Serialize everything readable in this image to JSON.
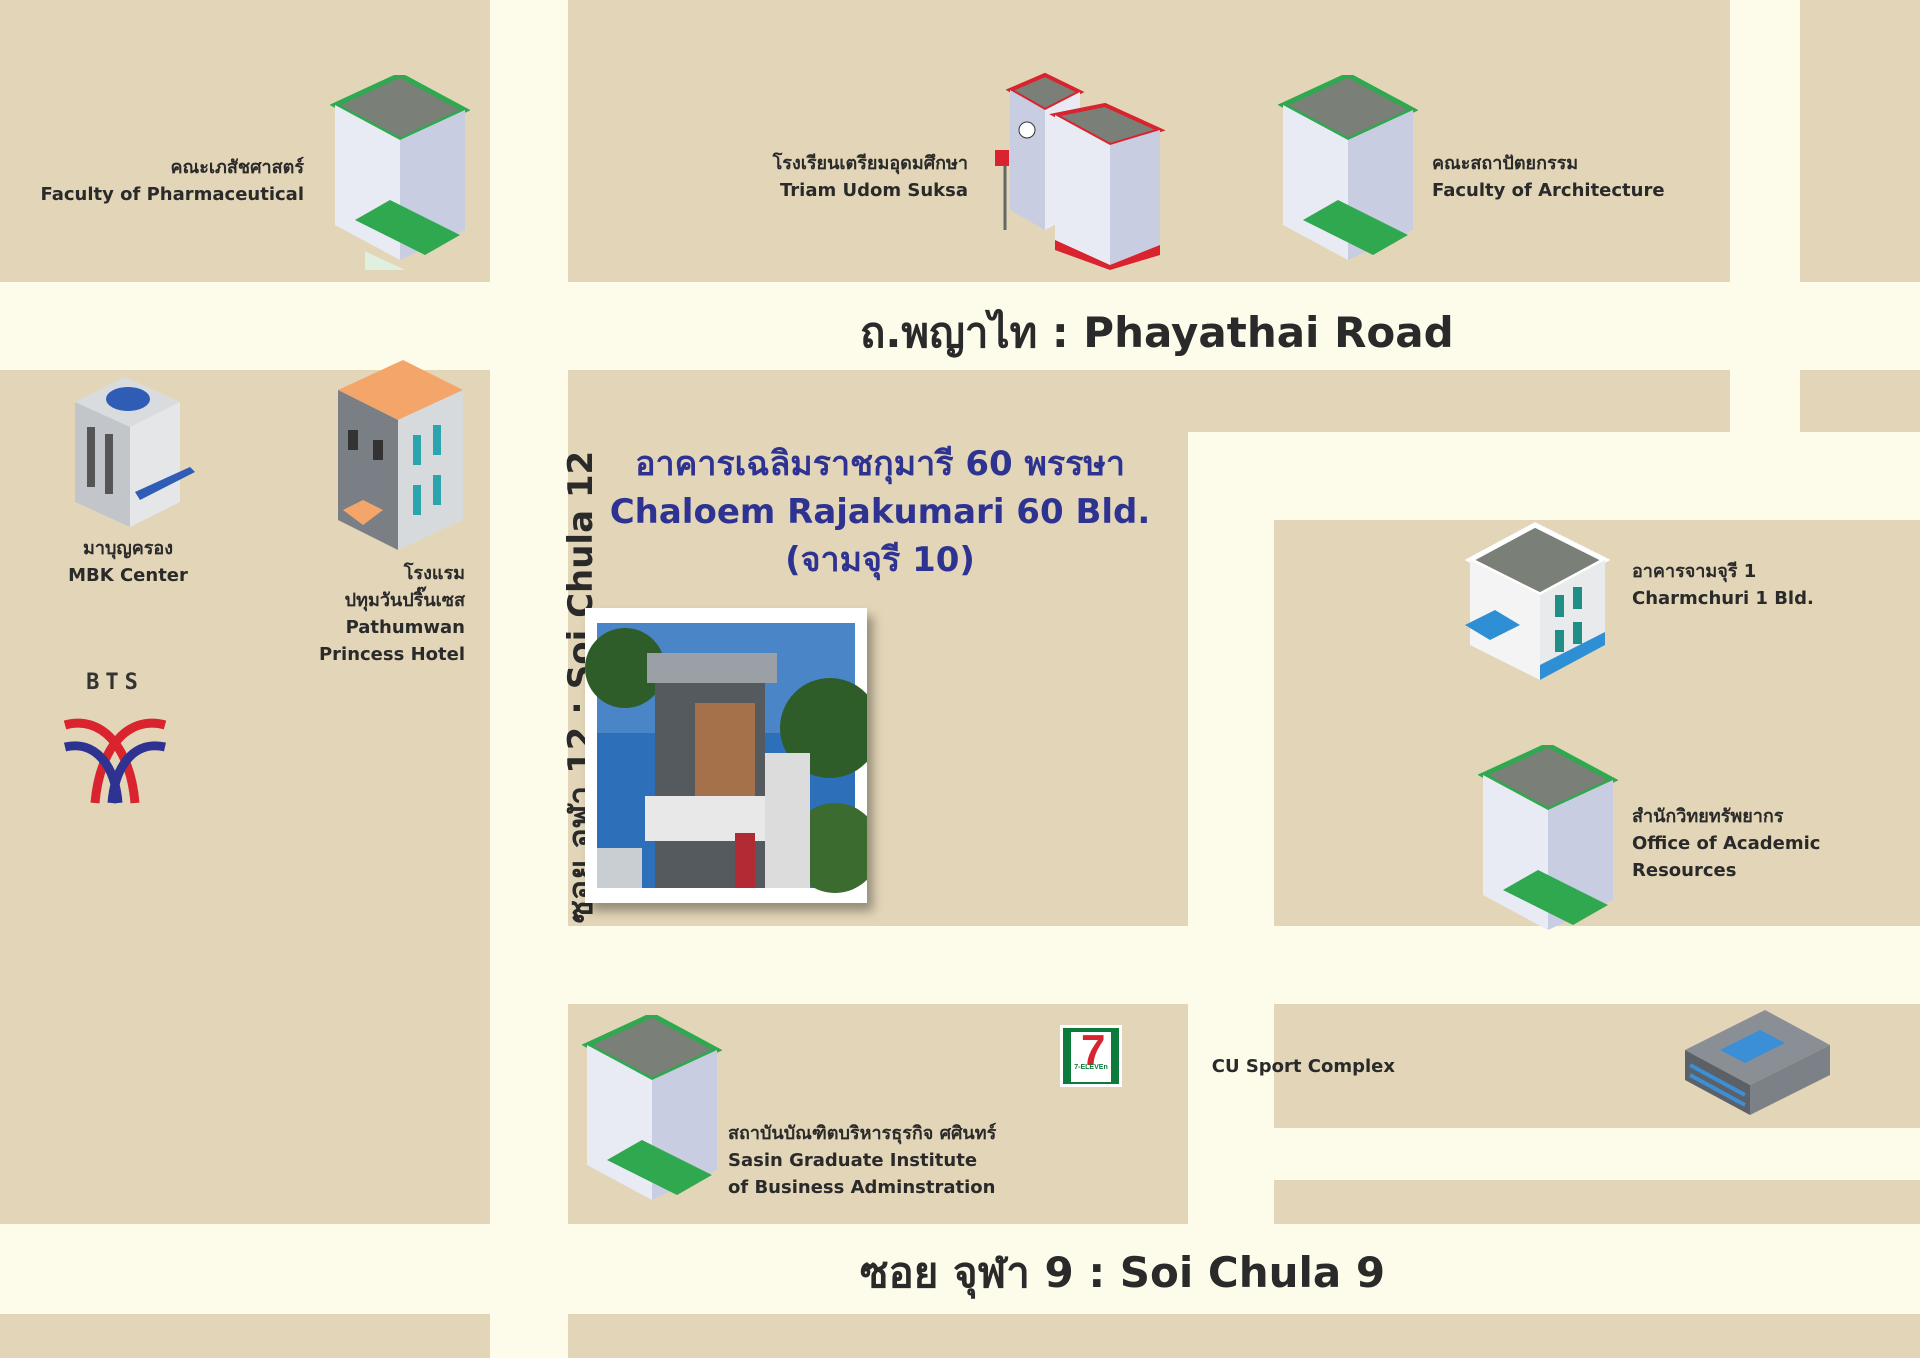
{
  "roads": {
    "phayathai": "ถ.พญาไท : Phayathai Road",
    "soi_chula_9": "ซอย จุฬา 9 : Soi Chula 9",
    "soi_chula_12": "ซอย จุฬา 12 : Soi Chula 12"
  },
  "main_building": {
    "name_th": "อาคารเฉลิมราชกุมารี 60 พรรษา",
    "name_en": "Chaloem Rajakumari 60 Bld.",
    "name_alt": "(จามจุรี 10)"
  },
  "places": {
    "pharmaceutical": {
      "th": "คณะเภสัชศาสตร์",
      "en": "Faculty of Pharmaceutical"
    },
    "triam_udom": {
      "th": "โรงเรียนเตรียมอุดมศึกษา",
      "en": "Triam Udom Suksa"
    },
    "architecture": {
      "th": "คณะสถาปัตยกรรม",
      "en": "Faculty of Architecture"
    },
    "mbk": {
      "th": "มาบุญครอง",
      "en": "MBK Center"
    },
    "pathumwan": {
      "th1": "โรงแรม",
      "th2": "ปทุมวันปริ๊นเซส",
      "en1": "Pathumwan",
      "en2": "Princess Hotel"
    },
    "charmchuri": {
      "th": "อาคารจามจุรี 1",
      "en": "Charmchuri 1 Bld."
    },
    "academic": {
      "th": "สำนักวิทยทรัพยากร",
      "en1": "Office of Academic",
      "en2": "Resources"
    },
    "sport": {
      "en": "CU Sport Complex"
    },
    "sasin": {
      "th": "สถาบันบัณฑิตบริหารธุรกิจ ศศินทร์",
      "en1": "Sasin Graduate Institute",
      "en2": "of Business Adminstration"
    }
  },
  "logos": {
    "bts": "BTS",
    "seven_eleven": "7-ELEVEn"
  },
  "colors": {
    "block": "#e3d6b8",
    "road": "#fdfbe9",
    "title": "#2e3392",
    "roof_green": "#2fa84f",
    "roof_gray": "#7a7f78",
    "school_red": "#d9232e"
  }
}
